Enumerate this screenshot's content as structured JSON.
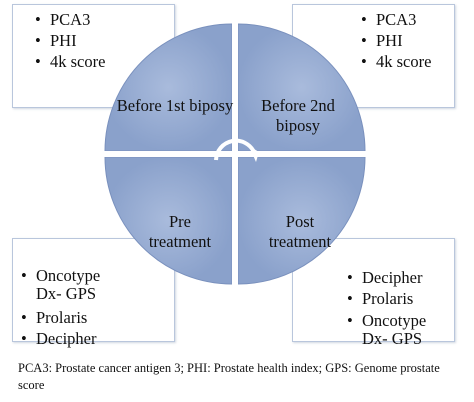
{
  "diagram": {
    "quadrants": {
      "top_left": "Before 1st biposy",
      "top_right": "Before 2nd biposy",
      "bottom_left": "Pre treatment",
      "bottom_right": "Post treatment"
    },
    "boxes": {
      "top_left": [
        "PCA3",
        "PHI",
        "4k score"
      ],
      "top_right": [
        "PCA3",
        "PHI",
        "4k score"
      ],
      "bottom_left": [
        "Oncotype Dx- GPS",
        "Prolaris",
        "Decipher"
      ],
      "bottom_right": [
        "Decipher",
        "Prolaris",
        "Oncotype Dx- GPS"
      ]
    }
  },
  "footnote": "PCA3: Prostate cancer antigen 3; PHI: Prostate health index; GPS: Genome prostate score",
  "colors": {
    "circle_fill": "#8fa6cf",
    "circle_edge": "#7990bd",
    "arrow": "#ffffff",
    "box_border": "#b9c6dc"
  },
  "icons": {
    "center": "curved-arrow-icon"
  }
}
